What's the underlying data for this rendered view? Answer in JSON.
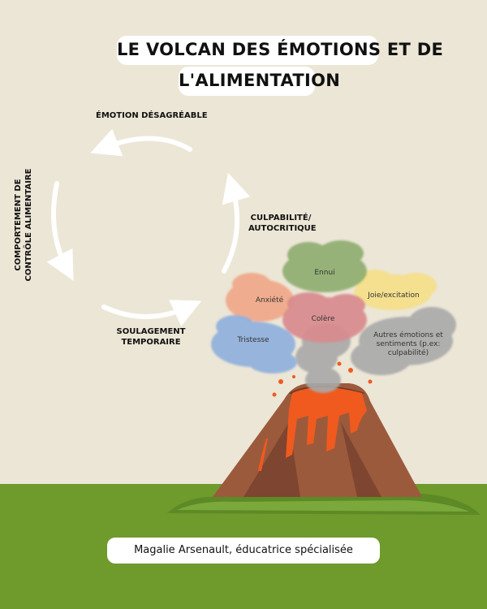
{
  "title": {
    "line1": "LE VOLCAN DES ÉMOTIONS ET DE",
    "line2": "L'ALIMENTATION"
  },
  "cycle": {
    "top": "ÉMOTION DÉSAGRÉABLE",
    "right_line1": "CULPABILITÉ/",
    "right_line2": "AUTOCRITIQUE",
    "bottom_line1": "SOULAGEMENT",
    "bottom_line2": "TEMPORAIRE",
    "left_line1": "COMPORTEMENT DE",
    "left_line2": "CONTRÔLE ALIMENTAIRE"
  },
  "clouds": {
    "ennui": "Ennui",
    "anxiete": "Anxiété",
    "joie": "Joie/excitation",
    "colere": "Colère",
    "tristesse": "Tristesse",
    "autres_line1": "Autres émotions et",
    "autres_line2": "sentiments (p.ex:",
    "autres_line3": "culpabilité)"
  },
  "credit": "Magalie Arsenault, éducatrice spécialisée",
  "colors": {
    "background": "#ece6d6",
    "ground": "#6f9a2c",
    "lava": "#f05a1e",
    "volcano": "#9c5a3c",
    "cloud_ennui": "#8fae72",
    "cloud_anxiete": "#f0a888",
    "cloud_joie": "#f5e089",
    "cloud_colere": "#d98a8e",
    "cloud_tristesse": "#8fb0dd",
    "smoke": "#a9a9a9"
  }
}
